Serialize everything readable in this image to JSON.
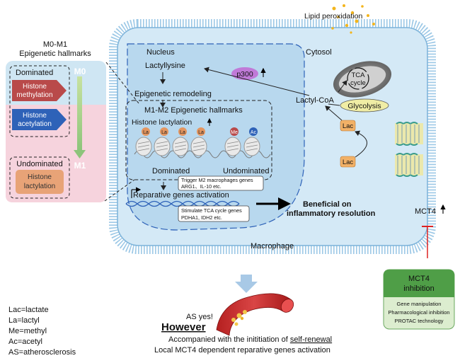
{
  "left_panel": {
    "title_line1": "M0-M1",
    "title_line2": "Epigenetic hallmarks",
    "m0_label": "M0",
    "m1_label": "M1",
    "dominated_label": "Dominated",
    "histone_methylation": [
      "Histone",
      "methylation"
    ],
    "histone_acetylation": [
      "Histone",
      "acetylation"
    ],
    "undominated_label": "Undominated",
    "histone_lactylation": [
      "Histone",
      "lactylation"
    ]
  },
  "top": {
    "lipid_peroxidation": "Lipid peroxidation"
  },
  "nucleus": {
    "label": "Nucleus",
    "lactyllysine": "Lactyllysine",
    "p300": "p300",
    "epigenetic_remodeling": "Epigenetic remodeling",
    "m1m2_title": "M1-M2 Epigenetic hallmarks",
    "histone_lactylation": "Histone lactylation",
    "la_badge": "La",
    "me_badge": "Me",
    "ac_badge": "Ac",
    "dominated": "Dominated",
    "undominated": "Undominated",
    "trigger_box": [
      "Trigger M2 macrophages genes",
      "ARG1、IL-10 etc."
    ],
    "reparative": "Reparative genes activation",
    "stimulate_box": [
      "Stimulate TCA cycle genes",
      "PDHA1, IDH2 etc."
    ]
  },
  "cytosol": {
    "label": "Cytosol",
    "tca": [
      "TCA",
      "cycle"
    ],
    "lactyl_coa": "Lactyl-CoA",
    "glycolysis": "Glycolysis",
    "lac_top": "Lac",
    "lac_bottom": "Lac"
  },
  "beneficial": [
    "Beneficial on",
    "inflammatory resolution"
  ],
  "mct4": "MCT4",
  "macrophage": "Macrophage",
  "inhibition": {
    "title": [
      "MCT4",
      "inhibition"
    ],
    "items": [
      "Gene manipulation",
      "Pharmacological inhibition",
      "PROTAC technology"
    ]
  },
  "legend": [
    "Lac=lactate",
    "La=lactyl",
    "Me=methyl",
    "Ac=acetyl",
    "AS=atherosclerosis"
  ],
  "bottom": {
    "as_yes": "AS yes!",
    "however": "However",
    "line1_prefix": "Accompanied with the inititiation of ",
    "line1_link": "self-renewal",
    "line2": "Local MCT4 dependent reparative genes activation"
  },
  "colors": {
    "cell_fill": "#d2e8f5",
    "membrane": "#8ec0e0",
    "nucleus_fill": "#b7d7ee",
    "left_top_bg": "#cfe6f2",
    "left_bottom_bg": "#f5d2dc",
    "methylation": "#b94a4a",
    "acetylation": "#2e62b8",
    "lactylation": "#e8a377",
    "p300": "#c07ad8",
    "glycolysis": "#f0eda5",
    "lac": "#f2b167",
    "inhibition_header": "#4f9e47",
    "inhibition_body": "#dcedcf"
  }
}
